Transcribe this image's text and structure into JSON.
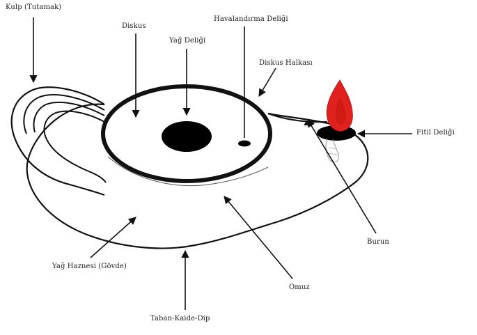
{
  "diagram": {
    "subject": "oil-lamp",
    "labels": {
      "handle": "Kulp (Tutamak)",
      "discus": "Diskus",
      "oil_hole": "Yağ Deliği",
      "vent_hole": "Havalandırma Deliği",
      "discus_ring": "Diskus Halkası",
      "wick_hole": "Fitil Deliği",
      "nozzle": "Burun",
      "shoulder": "Omuz",
      "oil_reservoir": "Yağ Haznesi (Gövde)",
      "base": "Taban-Kaide-Dip"
    },
    "colors": {
      "outline": "#111111",
      "flame": "#e0211d",
      "flame_core": "#c4150f",
      "holes": "#000000"
    }
  }
}
